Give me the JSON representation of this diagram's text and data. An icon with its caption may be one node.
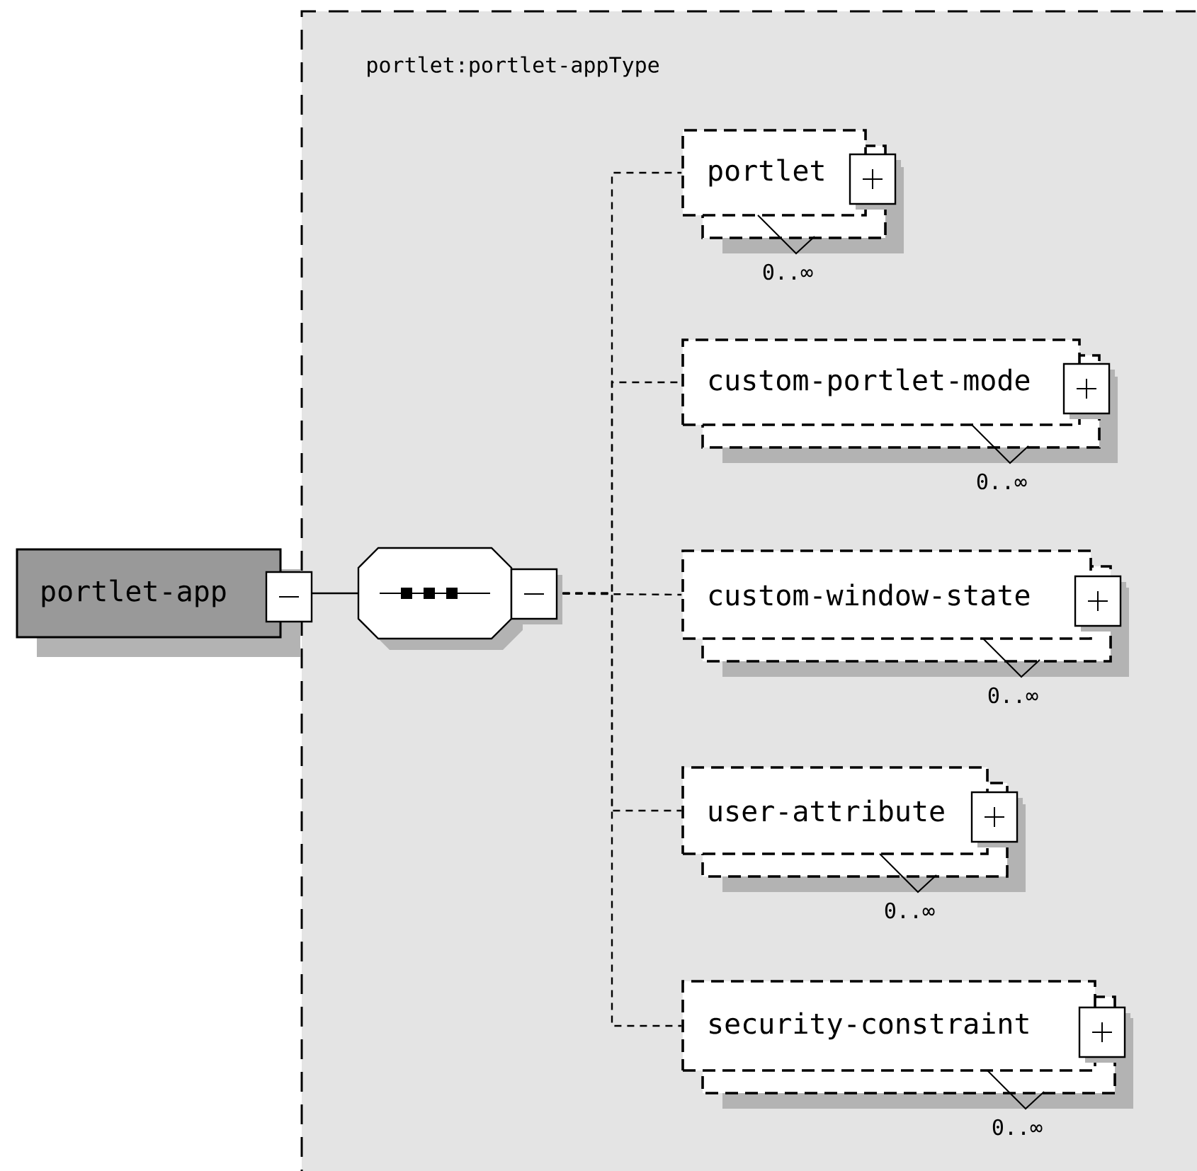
{
  "diagram": {
    "nodes": [
      {
        "text": [
          "portlet:portlet-appType"
        ]
      },
      {
        "text": [
          "portlet-app"
        ]
      },
      {
        "text": [],
        "shape": "octagon",
        "in": 0
      },
      {
        "text": [
          "portlet"
        ],
        "in": 0,
        "beside": [
          "0..∞"
        ]
      },
      {
        "text": [
          "custom-portlet-mode"
        ],
        "in": 0,
        "beside": [
          "0..∞"
        ]
      },
      {
        "text": [
          "custom-window-state"
        ],
        "in": 0,
        "beside": [
          "0..∞"
        ]
      },
      {
        "text": [
          "user-attribute"
        ],
        "in": 0,
        "beside": [
          "0..∞"
        ]
      },
      {
        "text": [
          "security-constraint"
        ],
        "in": 0,
        "beside": [
          "0..∞"
        ]
      }
    ],
    "edges": [
      {
        "from": 1,
        "to": 2,
        "arrow": "none"
      },
      {
        "from": 2,
        "to": 3,
        "arrow": "none",
        "style": "dashed"
      },
      {
        "from": 2,
        "to": 4,
        "arrow": "none",
        "style": "dashed"
      },
      {
        "from": 2,
        "to": 5,
        "arrow": "none",
        "style": "dashed"
      },
      {
        "from": 2,
        "to": 6,
        "arrow": "none",
        "style": "dashed"
      },
      {
        "from": 2,
        "to": 7,
        "arrow": "none",
        "style": "dashed"
      }
    ]
  }
}
